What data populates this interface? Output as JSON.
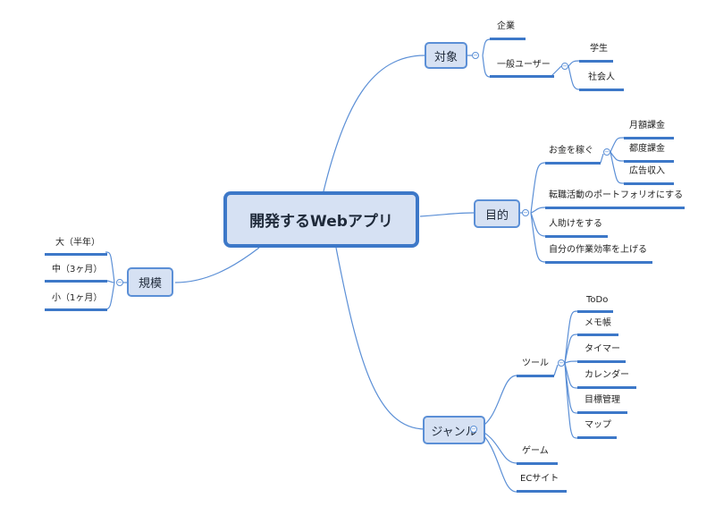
{
  "root": {
    "label": "開発するWebアプリ"
  },
  "branches": {
    "target": {
      "label": "対象",
      "children": {
        "company": "企業",
        "general_user": "一般ユーザー"
      },
      "general_user_children": {
        "student": "学生",
        "worker": "社会人"
      }
    },
    "purpose": {
      "label": "目的",
      "children": {
        "earn_money": "お金を稼ぐ",
        "portfolio": "転職活動のポートフォリオにする",
        "help_people": "人助けをする",
        "efficiency": "自分の作業効率を上げる"
      },
      "earn_money_children": {
        "monthly": "月額課金",
        "per_use": "都度課金",
        "ads": "広告収入"
      }
    },
    "genre": {
      "label": "ジャンル",
      "children": {
        "tool": "ツール",
        "game": "ゲーム",
        "ec": "ECサイト"
      },
      "tool_children": {
        "todo": "ToDo",
        "memo": "メモ帳",
        "timer": "タイマー",
        "calendar": "カレンダー",
        "goal": "目標管理",
        "map": "マップ"
      }
    },
    "scale": {
      "label": "規模",
      "children": {
        "large": "大（半年）",
        "medium": "中（3ヶ月）",
        "small": "小（1ヶ月）"
      }
    }
  },
  "colors": {
    "line": "#3d78c8",
    "node_fill": "#d6e1f3",
    "root_border": "#3d78c8",
    "node_border": "#5b8fd6"
  },
  "icons": {
    "collapse": "collapse-minus-icon"
  }
}
